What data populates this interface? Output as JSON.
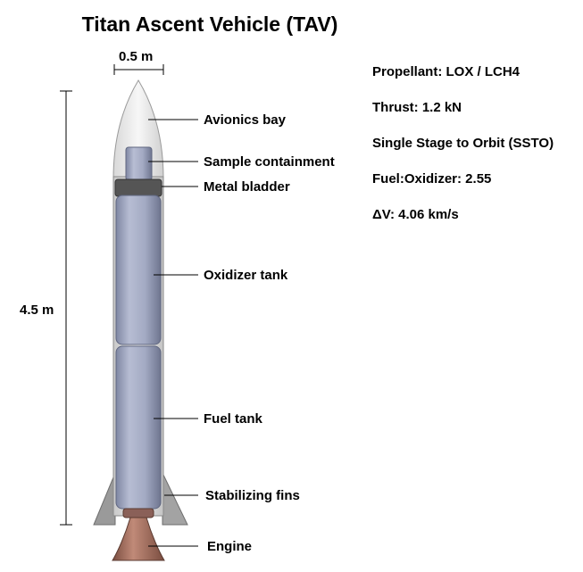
{
  "title": "Titan Ascent Vehicle (TAV)",
  "dimensions": {
    "width": "0.5 m",
    "height": "4.5 m"
  },
  "labels": {
    "avionics": "Avionics bay",
    "sample": "Sample containment",
    "bladder": "Metal bladder",
    "oxidizer": "Oxidizer tank",
    "fuel": "Fuel tank",
    "fins": "Stabilizing fins",
    "engine": "Engine"
  },
  "specs": [
    "Propellant: LOX / LCH4",
    "Thrust: 1.2 kN",
    "Single Stage to Orbit (SSTO)",
    "Fuel:Oxidizer: 2.55",
    "ΔV: 4.06 km/s"
  ],
  "colors": {
    "tank": "#a8afc8",
    "bladder": "#555555",
    "fins": "#9a9a9a",
    "engine": "#b07868",
    "nose": "#ececec"
  }
}
